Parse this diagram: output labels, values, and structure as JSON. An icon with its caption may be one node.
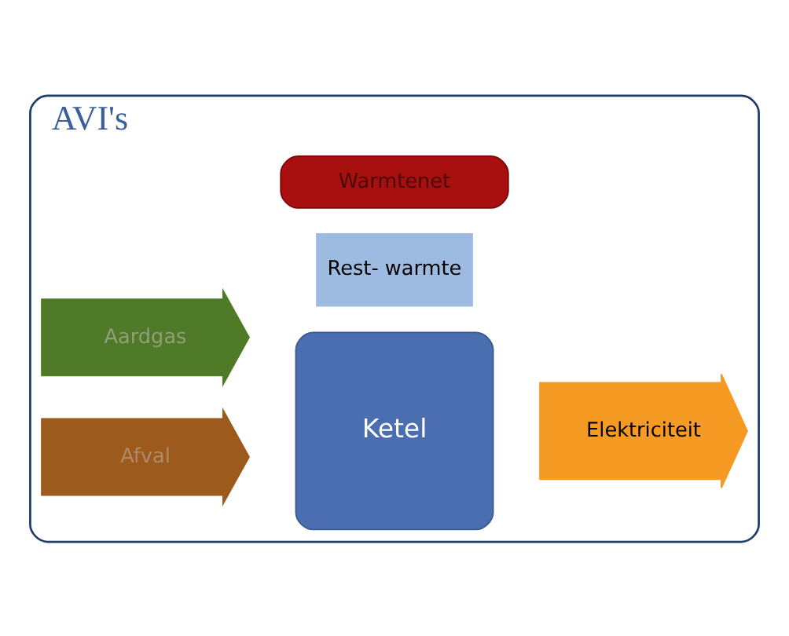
{
  "diagram": {
    "nodes": [
      {
        "text": [
          "AVI's"
        ]
      },
      {
        "text": [
          "Aardgas"
        ],
        "in": 0
      },
      {
        "text": [
          "Afval"
        ],
        "in": 0
      },
      {
        "text": [
          "Ketel"
        ],
        "in": 0
      },
      {
        "text": [
          "Elektriciteit"
        ],
        "in": 0
      },
      {
        "text": [
          "Rest- warmte"
        ],
        "in": 0
      },
      {
        "text": [
          "Warmtenet"
        ],
        "in": 0
      }
    ]
  }
}
